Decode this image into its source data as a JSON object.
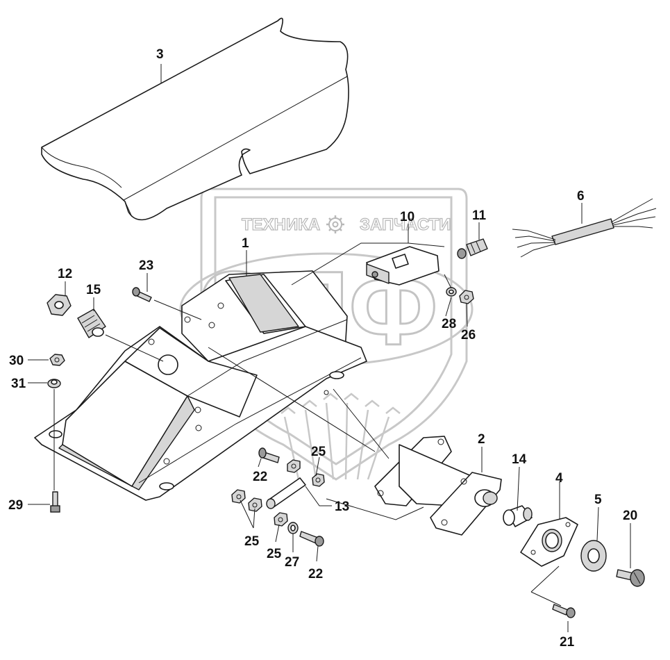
{
  "watermark": {
    "left_text": "ТЕХНИКА",
    "right_text": "ЗАПЧАСТИ",
    "logo_letters": "ЭПФ"
  },
  "callouts": {
    "c1": "1",
    "c2": "2",
    "c3": "3",
    "c4": "4",
    "c5": "5",
    "c6": "6",
    "c10": "10",
    "c11": "11",
    "c12": "12",
    "c13": "13",
    "c14": "14",
    "c15": "15",
    "c20": "20",
    "c21": "21",
    "c22a": "22",
    "c22b": "22",
    "c23": "23",
    "c25a": "25",
    "c25b": "25",
    "c25c": "25",
    "c26": "26",
    "c27": "27",
    "c28": "28",
    "c29": "29",
    "c30": "30",
    "c31": "31"
  }
}
